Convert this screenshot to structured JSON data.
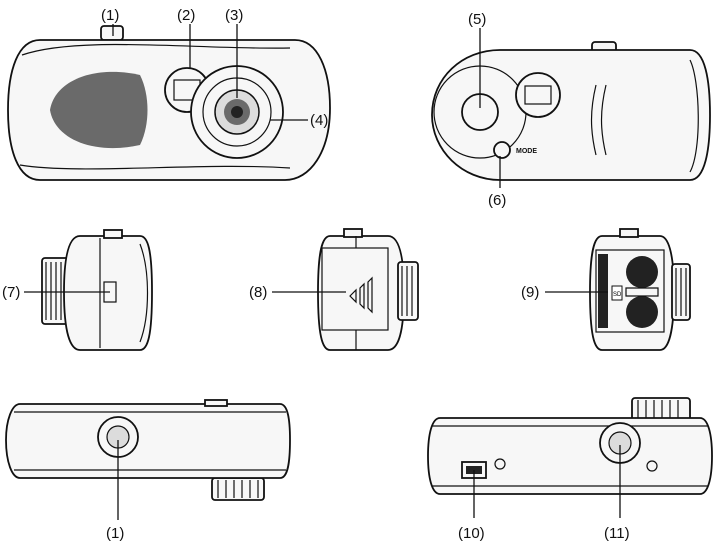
{
  "labels": {
    "l1_top": "(1)",
    "l2": "(2)",
    "l3": "(3)",
    "l4": "(4)",
    "l5": "(5)",
    "l6": "(6)",
    "l7": "(7)",
    "l8": "(8)",
    "l9": "(9)",
    "l1_bottom": "(1)",
    "l10": "(10)",
    "l11": "(11)"
  },
  "markings": {
    "mode": "MODE",
    "sd": "SD"
  },
  "colors": {
    "line": "#111111",
    "body_fill": "#f7f7f7",
    "shade": "#6a6a6a"
  }
}
